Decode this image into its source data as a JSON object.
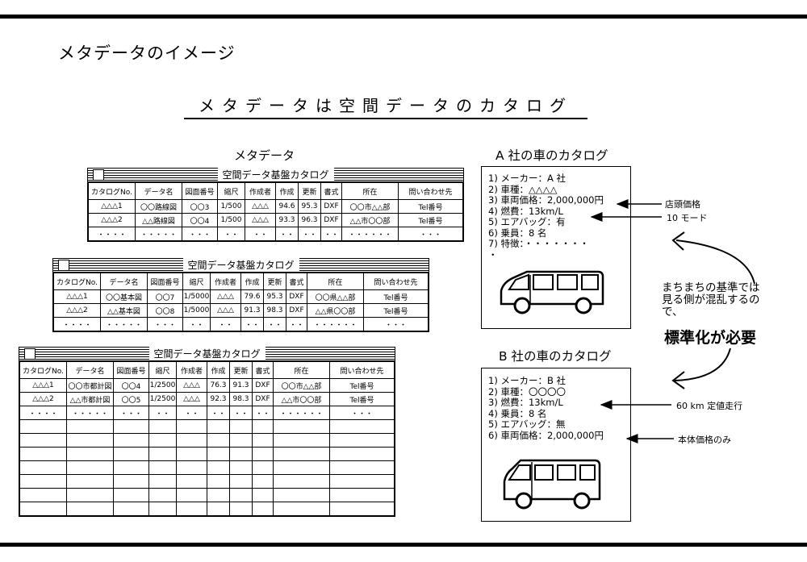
{
  "title": "メタデータのイメージ",
  "subtitle": "メタデータは空間データのカタログ",
  "metadata_label": "メタデータ",
  "catalog_window_title": "空間データ基盤カタログ",
  "columns": [
    "カタログNo.",
    "データ名",
    "図面番号",
    "縮尺",
    "作成者",
    "作成",
    "更新",
    "書式",
    "所在",
    "問い合わせ先"
  ],
  "catalog_back": {
    "rows": [
      [
        "△△△1",
        "〇〇路線図",
        "〇〇3",
        "1/500",
        "△△△",
        "94.6",
        "95.3",
        "DXF",
        "〇〇市△△部",
        "Tel番号"
      ],
      [
        "△△△2",
        "△△路線図",
        "〇〇4",
        "1/500",
        "△△△",
        "93.3",
        "96.3",
        "DXF",
        "△△市〇〇部",
        "Tel番号"
      ],
      [
        "・・・・",
        "・・・・・",
        "・・・",
        "・・",
        "・・",
        "・・",
        "・・",
        "・・",
        "・・・・・・",
        "・・・"
      ]
    ]
  },
  "catalog_mid": {
    "rows": [
      [
        "△△△1",
        "〇〇基本図",
        "〇〇7",
        "1/5000",
        "△△△",
        "79.6",
        "95.3",
        "DXF",
        "〇〇県△△部",
        "Tel番号"
      ],
      [
        "△△△2",
        "△△基本図",
        "〇〇8",
        "1/5000",
        "△△△",
        "91.3",
        "98.3",
        "DXF",
        "△△県〇〇部",
        "Tel番号"
      ],
      [
        "・・・・",
        "・・・・・",
        "・・・",
        "・・",
        "・・",
        "・・",
        "・・",
        "・・",
        "・・・・・・",
        "・・・"
      ]
    ]
  },
  "catalog_front": {
    "rows": [
      [
        "△△△1",
        "〇〇市都計図",
        "〇〇4",
        "1/2500",
        "△△△",
        "76.3",
        "91.3",
        "DXF",
        "〇〇市△△部",
        "Tel番号"
      ],
      [
        "△△△2",
        "△△市都計図",
        "〇〇5",
        "1/2500",
        "△△△",
        "92.3",
        "98.3",
        "DXF",
        "△△市〇〇部",
        "Tel番号"
      ],
      [
        "・・・・",
        "・・・・・",
        "・・・",
        "・・",
        "・・",
        "・・",
        "・・",
        "・・",
        "・・・・・・",
        "・・・"
      ]
    ]
  },
  "company_a": {
    "heading": "A 社の車のカタログ",
    "items": [
      "1) メーカー：A 社",
      "2) 車種：△△△△",
      "3) 車両価格：2,000,000円",
      "4) 燃費：13km/L",
      "5) エアバッグ：有",
      "6) 乗員：8 名",
      "7) 特徴：・・・・・・・",
      "・"
    ],
    "annotations": [
      "店頭価格",
      "10 モード"
    ]
  },
  "company_b": {
    "heading": "B 社の車のカタログ",
    "items": [
      "1) メーカー：B 社",
      "2) 車種：〇〇〇〇",
      "3) 燃費：13km/L",
      "4) 乗員：8 名",
      "5) エアバッグ：無",
      "6) 車両価格：2,000,000円"
    ],
    "annotations": [
      "60 km 定値走行",
      "本体価格のみ"
    ]
  },
  "note_lines": [
    "まちまちの基準では",
    "見る側が混乱するの",
    "で、"
  ],
  "conclusion": "標準化が必要"
}
